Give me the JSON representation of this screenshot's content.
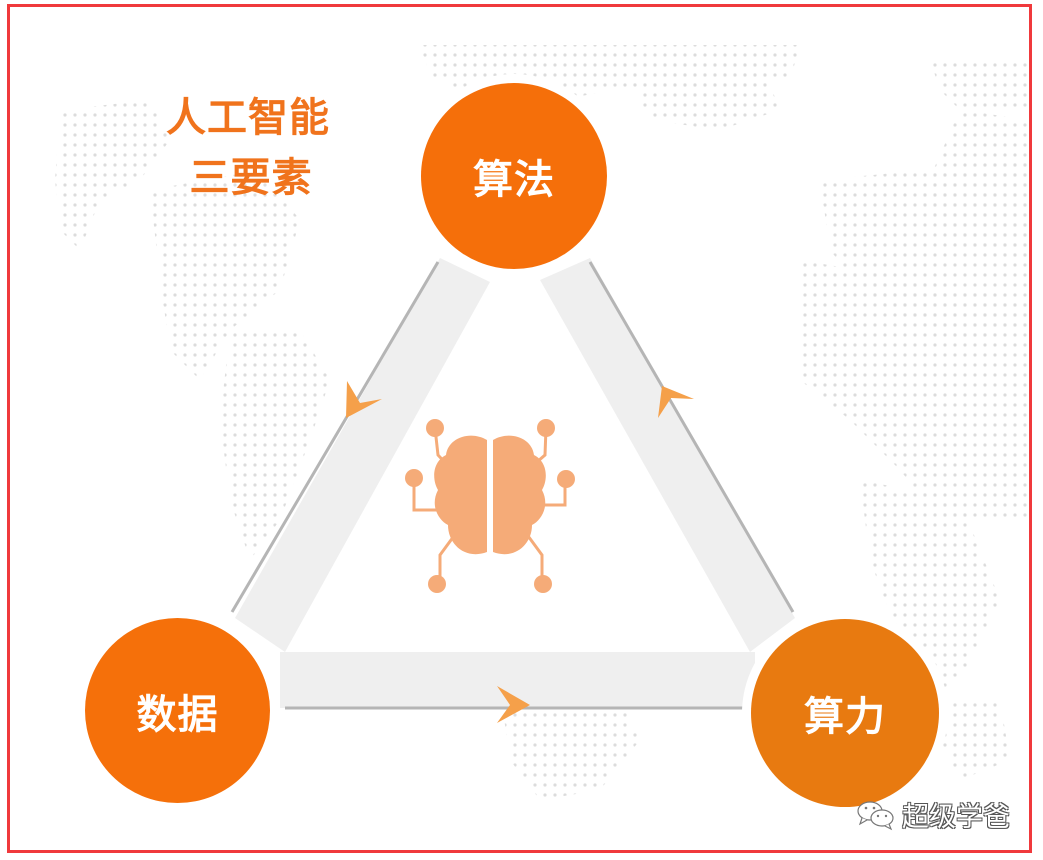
{
  "title": {
    "line1": "人工智能",
    "line2": "三要素"
  },
  "nodes": {
    "top": {
      "label": "算法",
      "color": "#f56f0a"
    },
    "left": {
      "label": "数据",
      "color": "#f5700a"
    },
    "right": {
      "label": "算力",
      "color": "#e87a10"
    }
  },
  "center_icon": "brain-circuit-icon",
  "arrows": [
    {
      "edge": "algorithm-to-data",
      "direction": "down-left"
    },
    {
      "edge": "data-to-compute",
      "direction": "right"
    },
    {
      "edge": "compute-to-algorithm",
      "direction": "up-right"
    }
  ],
  "colors": {
    "accent": "#f0731c",
    "arrow": "#f5a04a",
    "brain": "#f5ab78",
    "band": "#efefef",
    "edge_line": "#b5b5b5",
    "frame_border": "#f0393c"
  },
  "watermark": {
    "icon": "wechat-icon",
    "text": "超级学爸"
  }
}
